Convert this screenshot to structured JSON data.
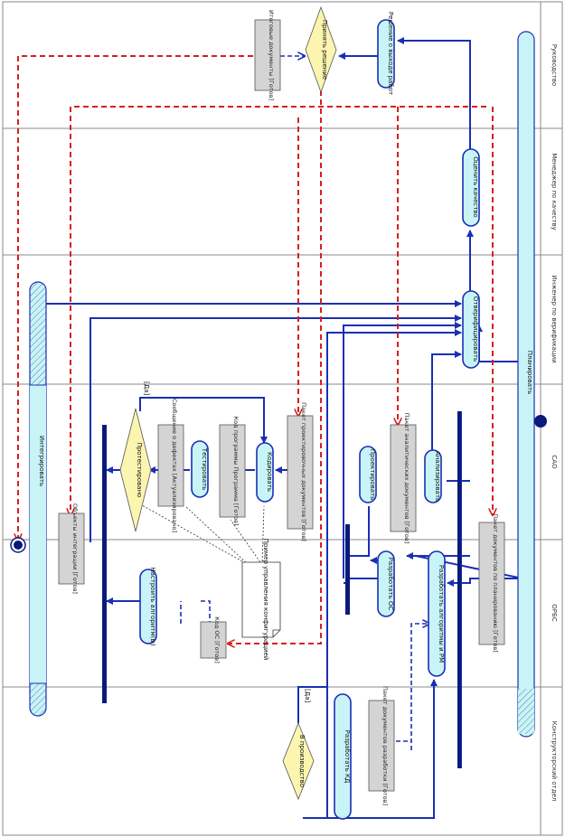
{
  "lanes": [
    {
      "label": "Руководство"
    },
    {
      "label": "Менеджер по качеству"
    },
    {
      "label": "Инженер по верификации"
    },
    {
      "label": "САО"
    },
    {
      "label": "ОРБС"
    },
    {
      "label": "Конструкторский отдел"
    }
  ],
  "activities": {
    "release_decision": "Решение о выходе работ",
    "quality_check": "Оценить качество",
    "verify": "Отверифицировать",
    "analyze": "Анализировать",
    "design": "Проектировать",
    "code": "Кодировать",
    "test": "Тестировать",
    "develop_os": "Разработать ОС",
    "develop_plan": "Разработать алгоритмы и РМ",
    "configure": "Настроить алгоритм(ы)",
    "develop_kd": "Разработать КД"
  },
  "bars": {
    "integration": "Интегрировать",
    "planning": "Планировать"
  },
  "objects": {
    "final_docs": "Итоговые документы [Готов]",
    "integration_obj": "Объекты интеграции [Готов]",
    "design_docs": "Пакет проектировочных документов [Готов]",
    "code_listing": "Код программы Программа [Готов]",
    "test_report": "Сообщение о дефектах [Актуализировано]",
    "analysis_docs": "Пакет аналитических документов [Готов]",
    "planning_docs": "Пакет документов по планированию [Готов]",
    "code_os": "Код ОС [Готов]",
    "dev_docs": "Пакет документов разработки [Готов]"
  },
  "decisions": {
    "accept": "Принять решение",
    "tested": "Протестировано",
    "in_production": "В производство"
  },
  "guards": {
    "yes_top": "[Да]",
    "yes_bottom": "[Да]"
  },
  "note": "Пример управления конфигурацией"
}
